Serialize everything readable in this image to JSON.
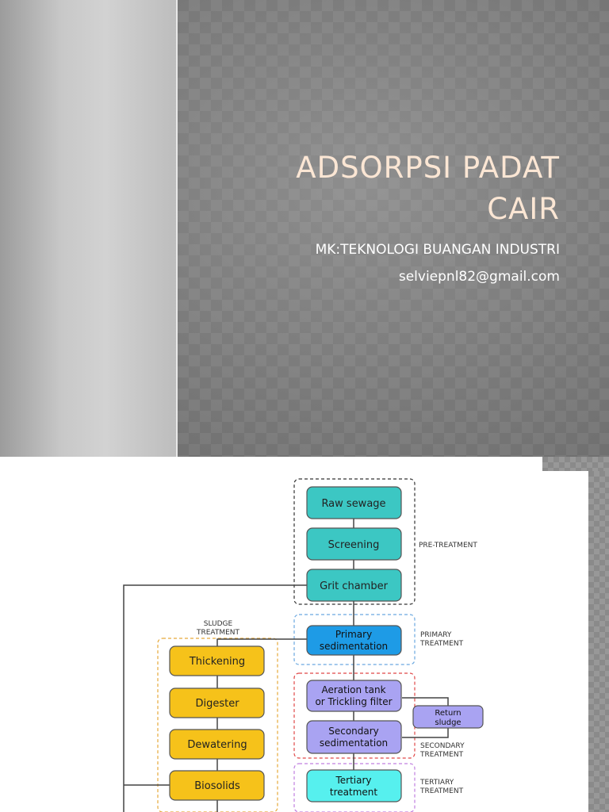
{
  "slide1": {
    "title_line1": "ADSORPSI PADAT",
    "title_line2": "CAIR",
    "course": "MK:TEKNOLOGI BUANGAN INDUSTRI",
    "email": "selviepnl82@gmail.com"
  },
  "diagram": {
    "main_steps": [
      "Raw sewage",
      "Screening",
      "Grit chamber"
    ],
    "primary_line1": "Primary",
    "primary_line2": "sedimentation",
    "aeration_line1": "Aeration tank",
    "aeration_line2": "or Trickling filter",
    "secondary_line1": "Secondary",
    "secondary_line2": "sedimentation",
    "return_line1": "Return",
    "return_line2": "sludge",
    "tertiary_line1": "Tertiary",
    "tertiary_line2": "treatment",
    "sludge_steps": [
      "Thickening",
      "Digester",
      "Dewatering",
      "Biosolids"
    ],
    "labels": {
      "sludge_treatment_line1": "SLUDGE",
      "sludge_treatment_line2": "TREATMENT",
      "pre_treatment": "PRE-TREATMENT",
      "primary_treatment_line1": "PRIMARY",
      "primary_treatment_line2": "TREATMENT",
      "secondary_treatment_line1": "SECONDARY",
      "secondary_treatment_line2": "TREATMENT",
      "tertiary_treatment_line1": "TERTIARY",
      "tertiary_treatment_line2": "TREATMENT"
    },
    "colors": {
      "teal": "#3cc7c3",
      "blue": "#1e9be6",
      "purple": "#a9a3f2",
      "cyan": "#56f0ee",
      "yellow": "#f6c21a",
      "teal_border": "#555555",
      "orange_dash": "#e6a93a",
      "red_dash": "#e04848",
      "purple_dash": "#c07fe0",
      "blue_dash": "#6aa8e0",
      "black_dash": "#333333"
    }
  }
}
